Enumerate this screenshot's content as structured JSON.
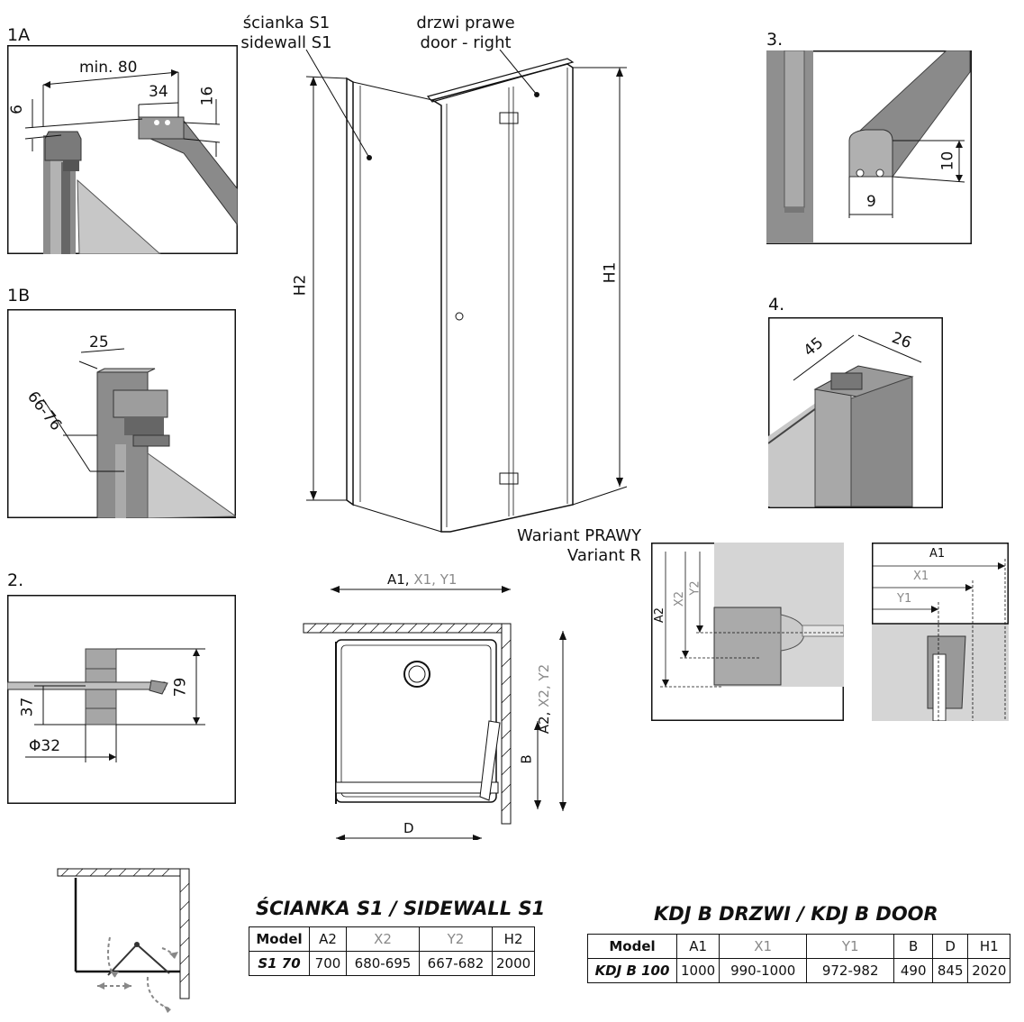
{
  "labels": {
    "detail_1a": "1A",
    "detail_1b": "1B",
    "detail_2": "2.",
    "detail_3": "3.",
    "detail_4": "4."
  },
  "callouts": {
    "sidewall_pl": "ścianka S1",
    "sidewall_en": "sidewall S1",
    "door_pl": "drzwi prawe",
    "door_en": "door - right",
    "variant_pl": "Wariant PRAWY",
    "variant_en": "Variant R"
  },
  "dimensions": {
    "d1a_min80": "min. 80",
    "d1a_34": "34",
    "d1a_6": "6",
    "d1a_16": "16",
    "d1b_25": "25",
    "d1b_66_76": "66-76",
    "d2_79": "79",
    "d2_37": "37",
    "d2_phi32": "Φ32",
    "d3_10": "10",
    "d3_9": "9",
    "d4_45": "45",
    "d4_26": "26",
    "main_h1": "H1",
    "main_h2": "H2",
    "plan_a1_black": "A1,",
    "plan_a1_grey": "X1, Y1",
    "plan_a2_black": "A2,",
    "plan_a2_grey": "X2, Y2",
    "plan_b": "B",
    "plan_d": "D",
    "side_a2": "A2",
    "side_x2": "X2",
    "side_y2": "Y2",
    "front_a1": "A1",
    "front_x1": "X1",
    "front_y1": "Y1"
  },
  "colors": {
    "line": "#111111",
    "grey_text": "#8a8a8a",
    "panel_fill": "#9a9a9a",
    "panel_dark": "#6f6f6f"
  },
  "sidewall_table": {
    "title": "ŚCIANKA S1 / SIDEWALL S1",
    "headers": [
      "Model",
      "A2",
      "X2",
      "Y2",
      "H2"
    ],
    "rows": [
      [
        "S1 70",
        "700",
        "680-695",
        "667-682",
        "2000"
      ]
    ]
  },
  "door_table": {
    "title": "KDJ B DRZWI / KDJ B DOOR",
    "headers": [
      "Model",
      "A1",
      "X1",
      "Y1",
      "B",
      "D",
      "H1"
    ],
    "rows": [
      [
        "KDJ B 100",
        "1000",
        "990-1000",
        "972-982",
        "490",
        "845",
        "2020"
      ]
    ]
  }
}
